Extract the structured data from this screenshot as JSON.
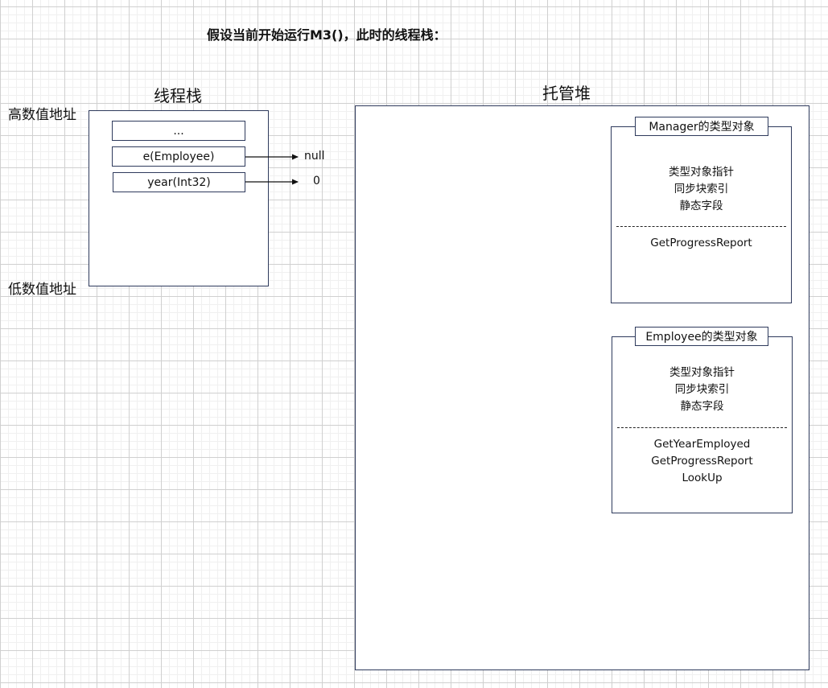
{
  "title": "假设当前开始运行M3()，此时的线程栈：",
  "thread_stack": {
    "label": "线程栈",
    "high_address": "高数值地址",
    "low_address": "低数值地址",
    "slots": [
      {
        "text": "...",
        "arrow_value": ""
      },
      {
        "text": "e(Employee)",
        "arrow_value": "null"
      },
      {
        "text": "year(Int32)",
        "arrow_value": "0"
      }
    ]
  },
  "managed_heap": {
    "label": "托管堆",
    "type_objects": [
      {
        "header": "Manager的类型对象",
        "fields": [
          "类型对象指针",
          "同步块索引",
          "静态字段"
        ],
        "methods": [
          "GetProgressReport"
        ]
      },
      {
        "header": "Employee的类型对象",
        "fields": [
          "类型对象指针",
          "同步块索引",
          "静态字段"
        ],
        "methods": [
          "GetYearEmployed",
          "GetProgressReport",
          "LookUp"
        ]
      }
    ]
  }
}
